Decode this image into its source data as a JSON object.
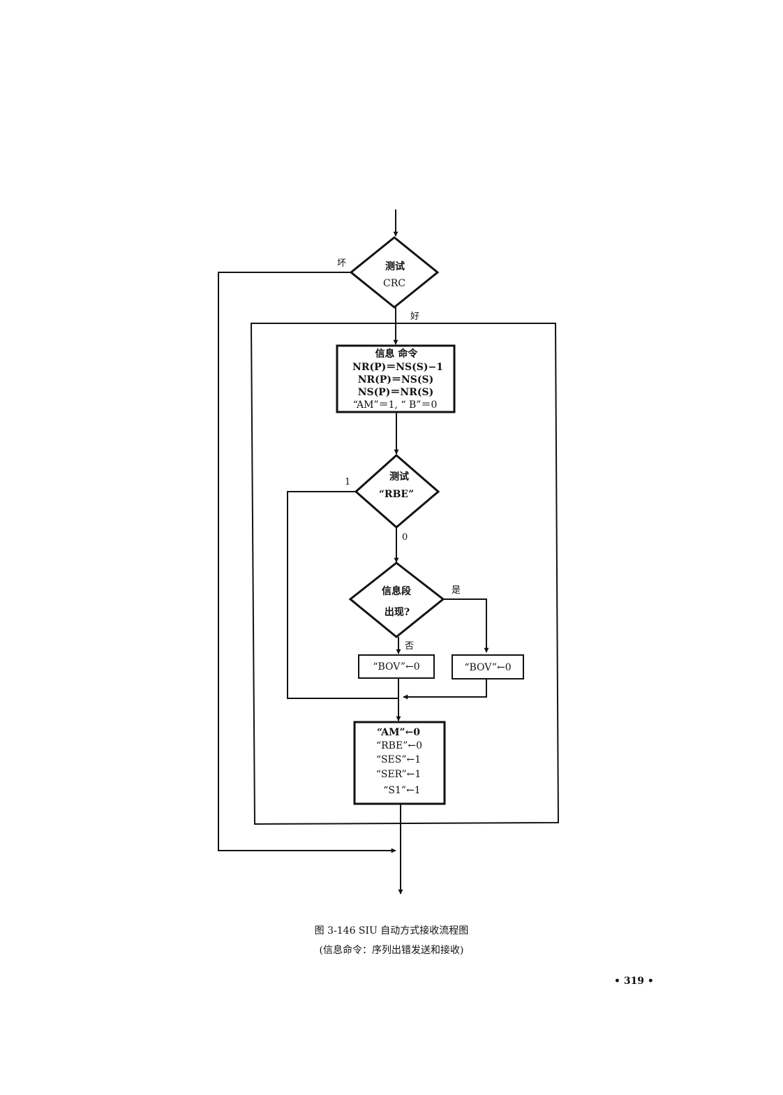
{
  "flowchart": {
    "crc_decision": {
      "line1": "测试",
      "line2": "CRC",
      "bad_label": "坏",
      "good_label": "好"
    },
    "info_command_box": {
      "lines": [
        "信息 命令",
        "NR(P)＝NS(S)−1",
        "NR(P)＝NS(S)",
        "NS(P)＝NR(S)",
        "“AM”＝1,  “ B”＝0"
      ]
    },
    "rbe_decision": {
      "line1": "测试",
      "line2": "“RBE”",
      "one_label": "1",
      "zero_label": "0"
    },
    "info_field_decision": {
      "line1": "信息段",
      "line2": "出现?",
      "yes_label": "是",
      "no_label": "否"
    },
    "bov_box_left": {
      "text": "“BOV”←0"
    },
    "bov_box_right": {
      "text": "“BOV”←0"
    },
    "reset_box": {
      "lines": [
        "“AM”←0",
        "“RBE”←0",
        "“SES”←1",
        "“SER”←1",
        "“S1”←1"
      ]
    }
  },
  "caption": {
    "line1": "图 3-146   SIU 自动方式接收流程图",
    "line2": "(信息命令：序列出错发送和接收)"
  },
  "page_number": "• 319 •"
}
